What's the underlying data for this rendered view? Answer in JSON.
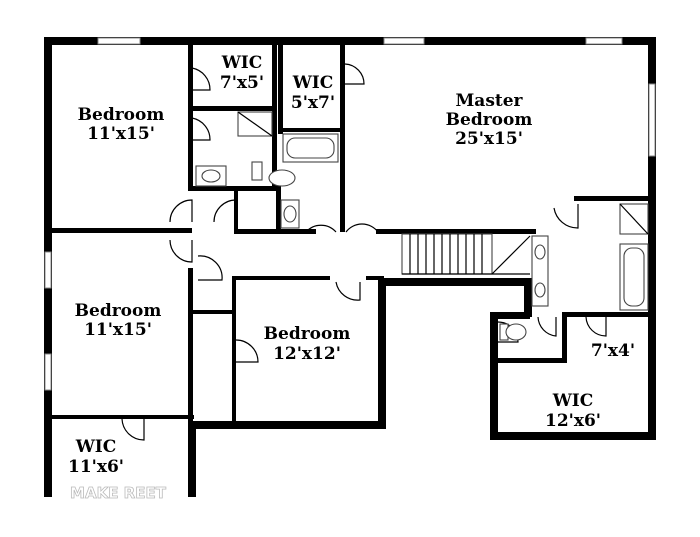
{
  "rooms": [
    {
      "id": "bedroom-top-left",
      "name": "Bedroom",
      "size": "11'x15'"
    },
    {
      "id": "wic-top-small",
      "name": "WIC",
      "size": "7'x5'"
    },
    {
      "id": "wic-top-mid",
      "name": "WIC",
      "size": "5'x7'"
    },
    {
      "id": "master-bedroom",
      "name_line1": "Master",
      "name_line2": "Bedroom",
      "size": "25'x15'"
    },
    {
      "id": "bedroom-mid-left",
      "name": "Bedroom",
      "size": "11'x15'"
    },
    {
      "id": "bedroom-center",
      "name": "Bedroom",
      "size": "12'x12'"
    },
    {
      "id": "closet-right",
      "size": "7'x4'"
    },
    {
      "id": "wic-right",
      "name": "WIC",
      "size": "12'x6'"
    },
    {
      "id": "wic-bottom-left",
      "name": "WIC",
      "size": "11'x6'"
    }
  ],
  "watermark": "MAKE REET"
}
